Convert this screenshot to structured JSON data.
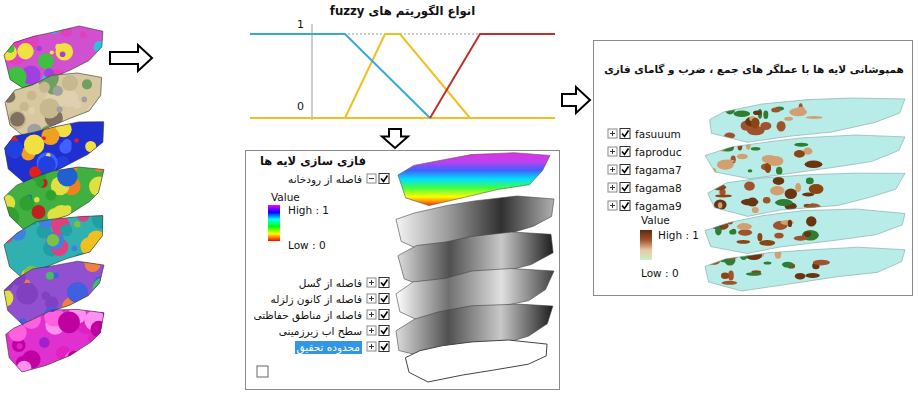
{
  "diagram": {
    "nodes": [
      {
        "text": [
          "انواع الگوریتم های fuzzy",
          "1",
          "0"
        ]
      },
      {
        "text": [
          "فازی سازی لایه ها",
          "فاصله از رودخانه",
          "Value",
          "High : 1",
          "Low : 0",
          "فاصله از گسل",
          "فاصله از کانون زلزله",
          "فاصله از مناطق حفاظتی",
          "سطح اب زیرزمینی",
          "محدوده تحقیق"
        ]
      },
      {
        "text": [
          "همپوشانی لایه ها با عملگر های جمع ، ضرب و گامای فازی",
          "fasuuum",
          "faproduc",
          "fagama7",
          "fagama8",
          "fagama9",
          "Value",
          "High : 1",
          "Low : 0"
        ]
      }
    ],
    "edges": [
      {
        "from": 0,
        "to": 1,
        "arrow": "to"
      },
      {
        "from": 0,
        "to": 2,
        "arrow": "to"
      }
    ]
  }
}
